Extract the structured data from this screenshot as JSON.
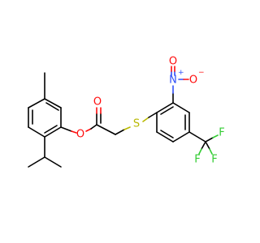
{
  "molecule": {
    "atoms": {
      "ester_carbonyl_o": "O",
      "ester_o": "O",
      "thioether_s": "S",
      "nitro_n": "N",
      "nitro_n_charge": "+",
      "nitro_o_single": "O",
      "nitro_o_single_charge": "−",
      "nitro_o_double": "O",
      "f1": "F",
      "f2": "F",
      "f3": "F"
    },
    "element_colors": {
      "carbon": "#000000",
      "oxygen": "#ff0d0d",
      "nitrogen": "#3050f8",
      "sulfur": "#b8b800",
      "fluorine": "#33cc33"
    }
  }
}
